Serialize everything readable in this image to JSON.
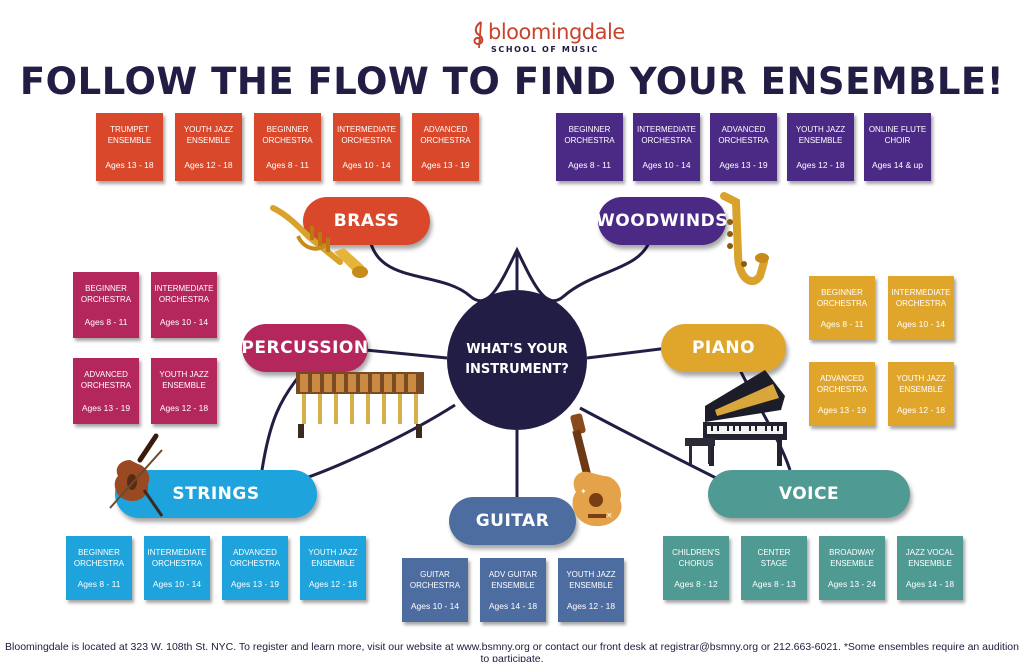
{
  "logo": {
    "name": "bloomingdale",
    "subtitle": "SCHOOL OF MUSIC"
  },
  "title": "FOLLOW THE FLOW TO FIND YOUR ENSEMBLE!",
  "hub": "WHAT'S YOUR\nINSTRUMENT?",
  "colors": {
    "brass": "#d9482b",
    "woodwinds": "#4b2a86",
    "percussion": "#b3275c",
    "piano": "#e0a62c",
    "strings": "#1ea3dc",
    "guitar": "#4d6ca0",
    "voice": "#4f9a93",
    "hub": "#211d45"
  },
  "brass": {
    "label": "BRASS",
    "ensembles": [
      {
        "name": "TRUMPET ENSEMBLE",
        "ages": "Ages 13 - 18"
      },
      {
        "name": "YOUTH JAZZ ENSEMBLE",
        "ages": "Ages 12 - 18"
      },
      {
        "name": "BEGINNER ORCHESTRA",
        "ages": "Ages 8 - 11"
      },
      {
        "name": "INTERMEDIATE ORCHESTRA",
        "ages": "Ages 10 - 14"
      },
      {
        "name": "ADVANCED ORCHESTRA",
        "ages": "Ages 13 - 19"
      }
    ]
  },
  "woodwinds": {
    "label": "WOODWINDS",
    "ensembles": [
      {
        "name": "BEGINNER ORCHESTRA",
        "ages": "Ages 8 - 11"
      },
      {
        "name": "INTERMEDIATE ORCHESTRA",
        "ages": "Ages 10 - 14"
      },
      {
        "name": "ADVANCED ORCHESTRA",
        "ages": "Ages 13 - 19"
      },
      {
        "name": "YOUTH JAZZ ENSEMBLE",
        "ages": "Ages 12 - 18"
      },
      {
        "name": "ONLINE FLUTE CHOIR",
        "ages": "Ages 14 & up"
      }
    ]
  },
  "percussion": {
    "label": "PERCUSSION",
    "ensembles": [
      {
        "name": "BEGINNER ORCHESTRA",
        "ages": "Ages 8 - 11"
      },
      {
        "name": "INTERMEDIATE ORCHESTRA",
        "ages": "Ages 10 - 14"
      },
      {
        "name": "ADVANCED ORCHESTRA",
        "ages": "Ages 13 - 19"
      },
      {
        "name": "YOUTH JAZZ ENSEMBLE",
        "ages": "Ages 12 - 18"
      }
    ]
  },
  "piano": {
    "label": "PIANO",
    "ensembles": [
      {
        "name": "BEGINNER ORCHESTRA",
        "ages": "Ages 8 - 11"
      },
      {
        "name": "INTERMEDIATE ORCHESTRA",
        "ages": "Ages 10 - 14"
      },
      {
        "name": "ADVANCED ORCHESTRA",
        "ages": "Ages 13 - 19"
      },
      {
        "name": "YOUTH JAZZ ENSEMBLE",
        "ages": "Ages 12 - 18"
      }
    ]
  },
  "strings": {
    "label": "STRINGS",
    "ensembles": [
      {
        "name": "BEGINNER ORCHESTRA",
        "ages": "Ages 8 - 11"
      },
      {
        "name": "INTERMEDIATE ORCHESTRA",
        "ages": "Ages 10 - 14"
      },
      {
        "name": "ADVANCED ORCHESTRA",
        "ages": "Ages 13 - 19"
      },
      {
        "name": "YOUTH JAZZ ENSEMBLE",
        "ages": "Ages 12 - 18"
      }
    ]
  },
  "guitar": {
    "label": "GUITAR",
    "ensembles": [
      {
        "name": "GUITAR ORCHESTRA",
        "ages": "Ages 10 - 14"
      },
      {
        "name": "ADV GUITAR ENSEMBLE",
        "ages": "Ages 14 - 18"
      },
      {
        "name": "YOUTH JAZZ ENSEMBLE",
        "ages": "Ages 12 - 18"
      }
    ]
  },
  "voice": {
    "label": "VOICE",
    "ensembles": [
      {
        "name": "CHILDREN'S CHORUS",
        "ages": "Ages 8 - 12"
      },
      {
        "name": "CENTER STAGE",
        "ages": "Ages 8 - 13"
      },
      {
        "name": "BROADWAY ENSEMBLE",
        "ages": "Ages 13 - 24"
      },
      {
        "name": "JAZZ VOCAL ENSEMBLE",
        "ages": "Ages 14 - 18"
      }
    ]
  },
  "footer": "Bloomingdale is located at 323 W. 108th St. NYC. To register and learn more, visit our website at www.bsmny.org or contact our front desk at registrar@bsmny.org or 212.663-6021. *Some ensembles require an audition to participate."
}
